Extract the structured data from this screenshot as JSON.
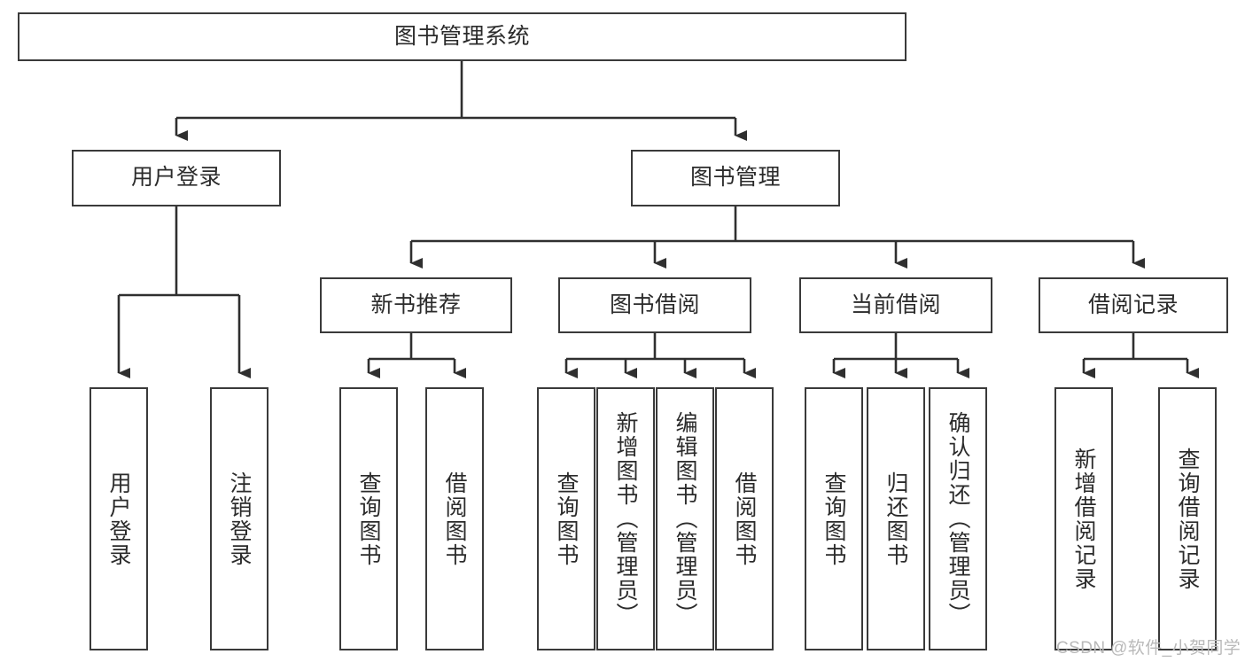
{
  "diagram": {
    "title": "图书管理系统",
    "type": "tree-hierarchy",
    "watermark": "CSDN @软件_小贺同学",
    "colors": {
      "node_border": "#3a3a3a",
      "node_fill": "#ffffff",
      "edge": "#2f2f2f",
      "text": "#2b2b2b",
      "watermark": "#b9b9b9",
      "background": "#ffffff"
    },
    "nodes": {
      "root": {
        "label": "图书管理系统"
      },
      "level2": [
        {
          "id": "user-login",
          "label": "用户登录"
        },
        {
          "id": "book-manage",
          "label": "图书管理"
        }
      ],
      "level3": [
        {
          "id": "new-book-recommend",
          "label": "新书推荐"
        },
        {
          "id": "book-borrow",
          "label": "图书借阅"
        },
        {
          "id": "current-borrow",
          "label": "当前借阅"
        },
        {
          "id": "borrow-record",
          "label": "借阅记录"
        }
      ],
      "leaves": [
        {
          "id": "leaf-user-login",
          "label": "用户登录",
          "parent": "user-login"
        },
        {
          "id": "leaf-user-logout",
          "label": "注销登录",
          "parent": "user-login"
        },
        {
          "id": "leaf-query-book-1",
          "label": "查询图书",
          "parent": "new-book-recommend"
        },
        {
          "id": "leaf-borrow-book-1",
          "label": "借阅图书",
          "parent": "new-book-recommend"
        },
        {
          "id": "leaf-query-book-2",
          "label": "查询图书",
          "parent": "book-borrow"
        },
        {
          "id": "leaf-add-book",
          "label": "新增图书（管理员）",
          "parent": "book-borrow"
        },
        {
          "id": "leaf-edit-book",
          "label": "编辑图书（管理员）",
          "parent": "book-borrow"
        },
        {
          "id": "leaf-borrow-book-2",
          "label": "借阅图书",
          "parent": "book-borrow"
        },
        {
          "id": "leaf-query-book-3",
          "label": "查询图书",
          "parent": "current-borrow"
        },
        {
          "id": "leaf-return-book",
          "label": "归还图书",
          "parent": "current-borrow"
        },
        {
          "id": "leaf-confirm-return",
          "label": "确认归还（管理员）",
          "parent": "current-borrow"
        },
        {
          "id": "leaf-add-record",
          "label": "新增借阅记录",
          "parent": "borrow-record"
        },
        {
          "id": "leaf-query-record",
          "label": "查询借阅记录",
          "parent": "borrow-record"
        }
      ]
    }
  }
}
